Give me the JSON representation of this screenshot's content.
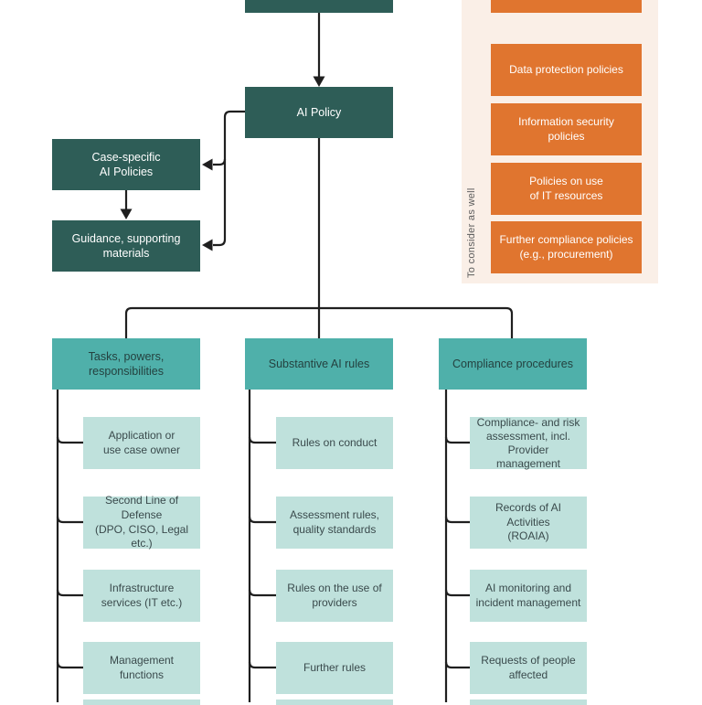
{
  "palette": {
    "dark_teal": "#2E5D57",
    "teal": "#4FB0AA",
    "light_teal": "#BFE1DC",
    "orange": "#E0752F",
    "peach_panel": "#FAEFE7",
    "connector_line": "#1F1F1F",
    "text_on_dark": "#FFFFFF",
    "text_dark": "#3A4A4C",
    "rotated_label_gray": "#5C5C5C"
  },
  "main_flow": {
    "root_box_label": "",
    "ai_policy_label": "AI Policy",
    "case_specific_label": "Case-specific\nAI Policies",
    "guidance_label": "Guidance, supporting\nmaterials"
  },
  "side_panel": {
    "rotated_label": "To consider as well",
    "items": [
      "",
      "Data protection policies",
      "Information security\npolicies",
      "Policies on use\nof IT resources",
      "Further compliance policies\n(e.g., procurement)"
    ]
  },
  "columns": [
    {
      "header": "Tasks, powers, responsibilities",
      "items": [
        "Application or\nuse case owner",
        "Second Line of Defense\n(DPO, CISO, Legal etc.)",
        "Infrastructure\nservices (IT etc.)",
        "Management\nfunctions"
      ]
    },
    {
      "header": "Substantive AI rules",
      "items": [
        "Rules on conduct",
        "Assessment rules,\nquality standards",
        "Rules on the use of\nproviders",
        "Further rules"
      ]
    },
    {
      "header": "Compliance procedures",
      "items": [
        "Compliance- and risk\nassessment, incl.\nProvider management",
        "Records of AI Activities\n(ROAIA)",
        "AI monitoring and\nincident management",
        "Requests of people\naffected"
      ]
    }
  ]
}
